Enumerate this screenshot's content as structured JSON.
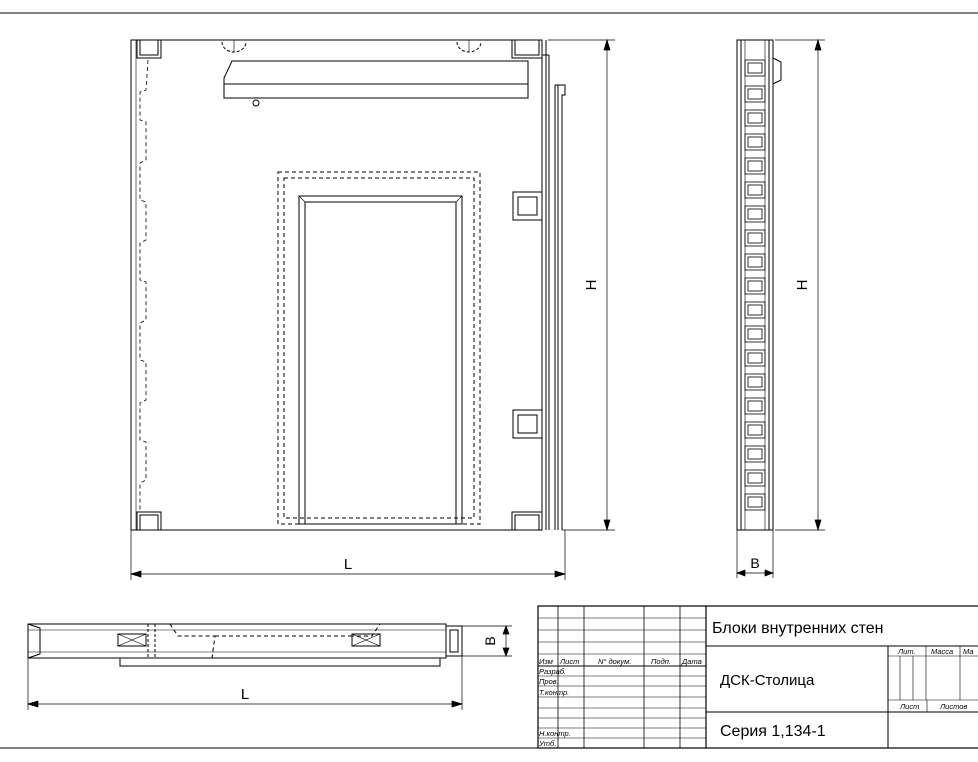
{
  "dimensions": {
    "front_width": "L",
    "front_height": "H",
    "side_height": "H",
    "side_thickness": "B",
    "plan_thickness": "B",
    "plan_width": "L"
  },
  "title_block": {
    "document_title": "Блоки внутренних стен",
    "organization": "ДСК-Столица",
    "series": "Серия 1,134-1",
    "header_cols": [
      "Изм",
      "Лист",
      "N° докум.",
      "Подп.",
      "Дата"
    ],
    "row_labels": [
      "Разраб.",
      "Пров.",
      "Т.контр.",
      "",
      "Н.контр.",
      "Утб."
    ],
    "stage_cols": [
      "Лит.",
      "Масса",
      "Ма"
    ],
    "sheet_cols": [
      "Лист",
      "Листов"
    ]
  },
  "colors": {
    "line": "#000000",
    "background": "#ffffff"
  }
}
